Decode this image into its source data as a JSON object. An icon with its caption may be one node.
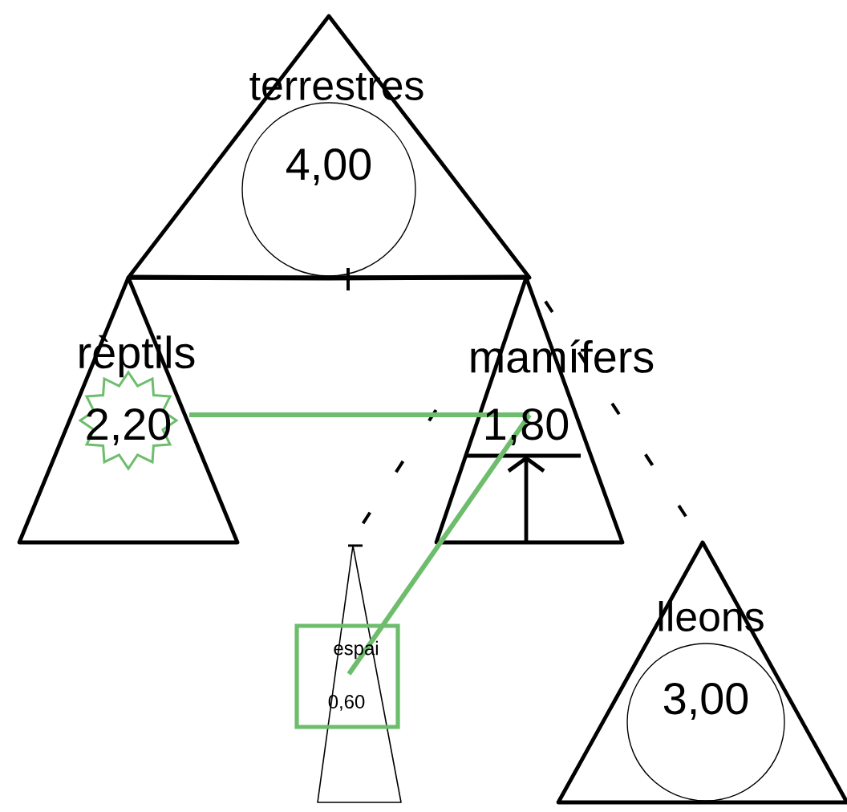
{
  "diagram": {
    "nodes": [
      {
        "text": [
          "terrestres",
          "4,00"
        ]
      },
      {
        "text": [
          "rèptils",
          "2,20"
        ]
      },
      {
        "text": [
          "mamífers",
          "1,80"
        ]
      },
      {
        "text": [
          "espai",
          "0,60"
        ]
      },
      {
        "text": [
          "lleons",
          "3,00"
        ]
      }
    ],
    "edges": [
      {
        "from": 0,
        "to": 1,
        "arrow": "none"
      },
      {
        "from": 0,
        "to": 2,
        "arrow": "none"
      },
      {
        "from": 2,
        "to": 4,
        "arrow": "none",
        "style": "dashed"
      },
      {
        "from": 2,
        "to": 3,
        "arrow": "none",
        "style": "dashed"
      },
      {
        "from": 1,
        "to": 2,
        "arrow": "none",
        "color": "#6dbd6d"
      },
      {
        "from": 2,
        "to": 3,
        "arrow": "none",
        "color": "#6dbd6d"
      }
    ]
  }
}
